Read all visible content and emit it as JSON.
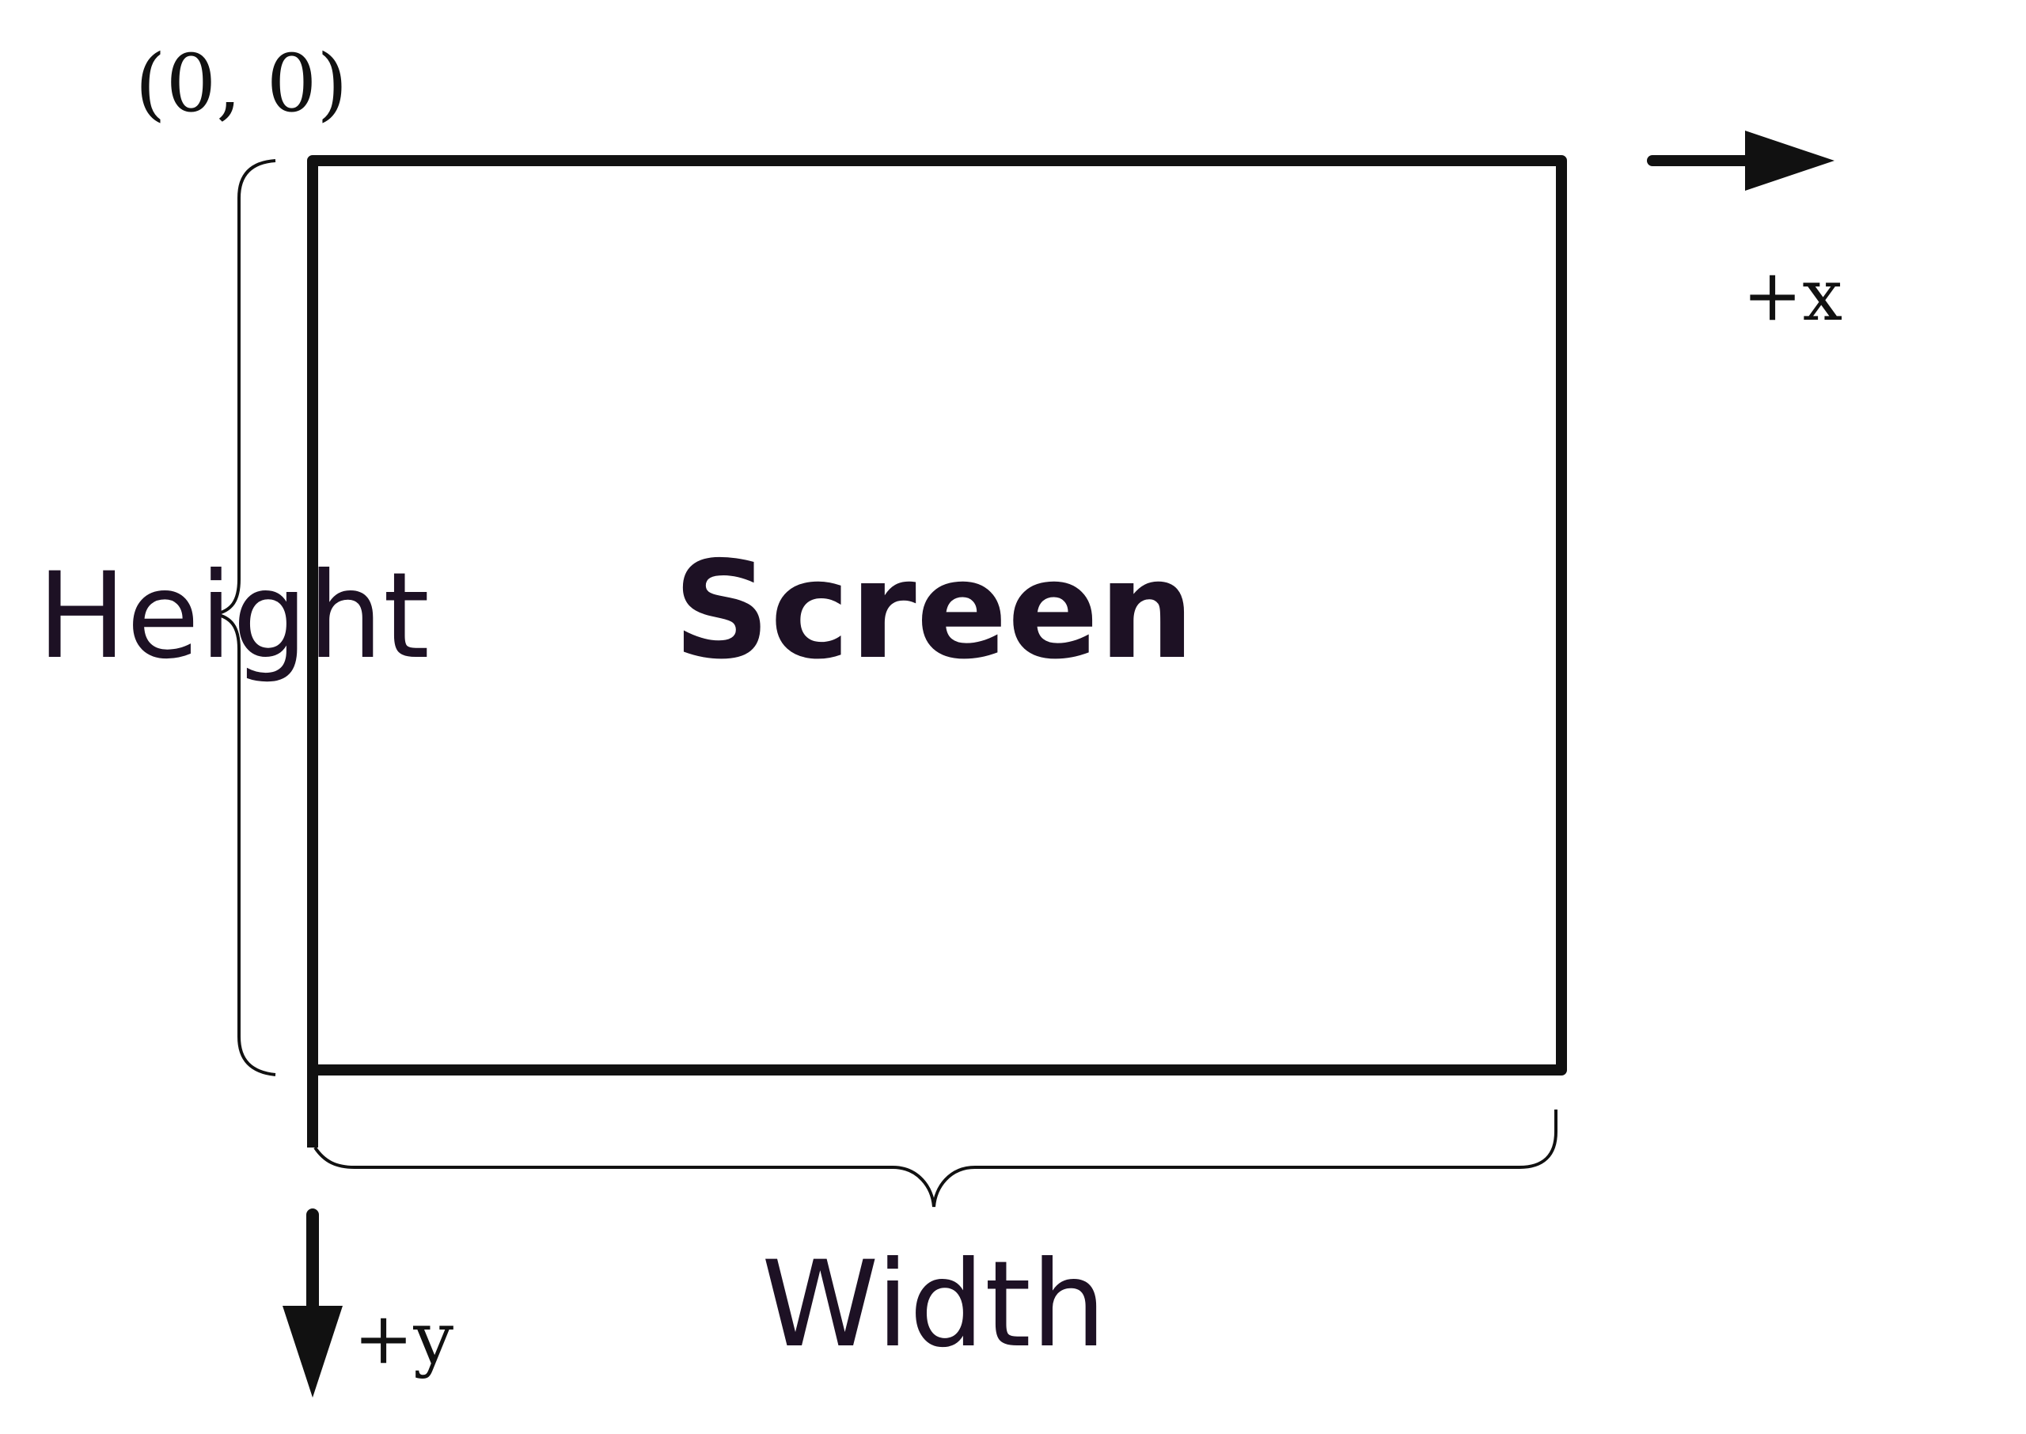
{
  "labels": {
    "origin": "(0, 0)",
    "screen": "Screen",
    "height": "Height",
    "width": "Width",
    "x_axis": "+x",
    "y_axis": "+y"
  },
  "colors": {
    "ink": "#111111",
    "label_text": "#1d1124",
    "background": "#ffffff"
  }
}
